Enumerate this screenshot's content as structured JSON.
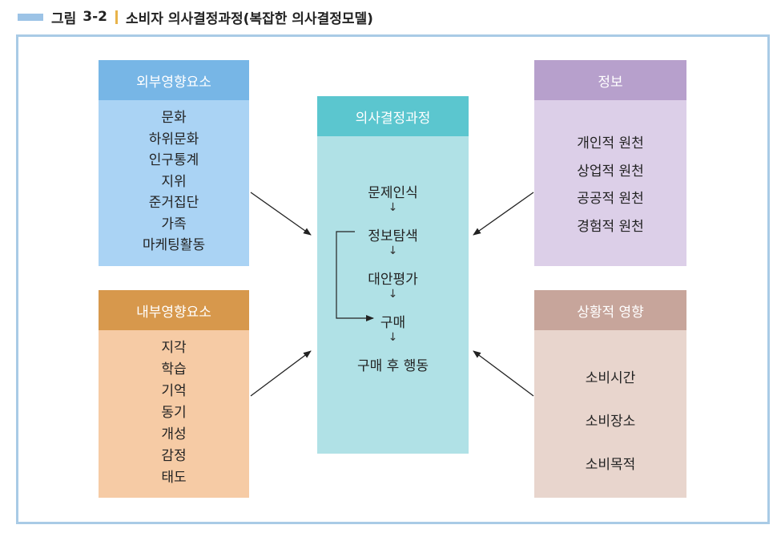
{
  "figure": {
    "label": "그림",
    "number": "3-2",
    "title": "소비자 의사결정과정(복잡한 의사결정모델)"
  },
  "external": {
    "title": "외부영향요소",
    "items": [
      "문화",
      "하위문화",
      "인구통계",
      "지위",
      "준거집단",
      "가족",
      "마케팅활동"
    ]
  },
  "internal": {
    "title": "내부영향요소",
    "items": [
      "지각",
      "학습",
      "기억",
      "동기",
      "개성",
      "감정",
      "태도"
    ]
  },
  "info": {
    "title": "정보",
    "items": [
      "개인적 원천",
      "상업적 원천",
      "공공적 원천",
      "경험적 원천"
    ]
  },
  "situation": {
    "title": "상황적 영향",
    "items": [
      "소비시간",
      "소비장소",
      "소비목적"
    ]
  },
  "process": {
    "title": "의사결정과정",
    "steps": [
      "문제인식",
      "정보탐색",
      "대안평가",
      "구매",
      "구매 후 행동"
    ],
    "arrow_glyph": "↓"
  },
  "colors": {
    "frame": "#a9cbe6",
    "external_head": "#77b6e6",
    "external_body": "#aad3f4",
    "internal_head": "#d7984c",
    "internal_body": "#f6cba5",
    "info_head": "#b7a0cc",
    "info_body": "#dccfe8",
    "situation_head": "#c7a59b",
    "situation_body": "#e8d5cd",
    "process_head": "#5bc6cf",
    "process_body": "#b0e1e6"
  }
}
